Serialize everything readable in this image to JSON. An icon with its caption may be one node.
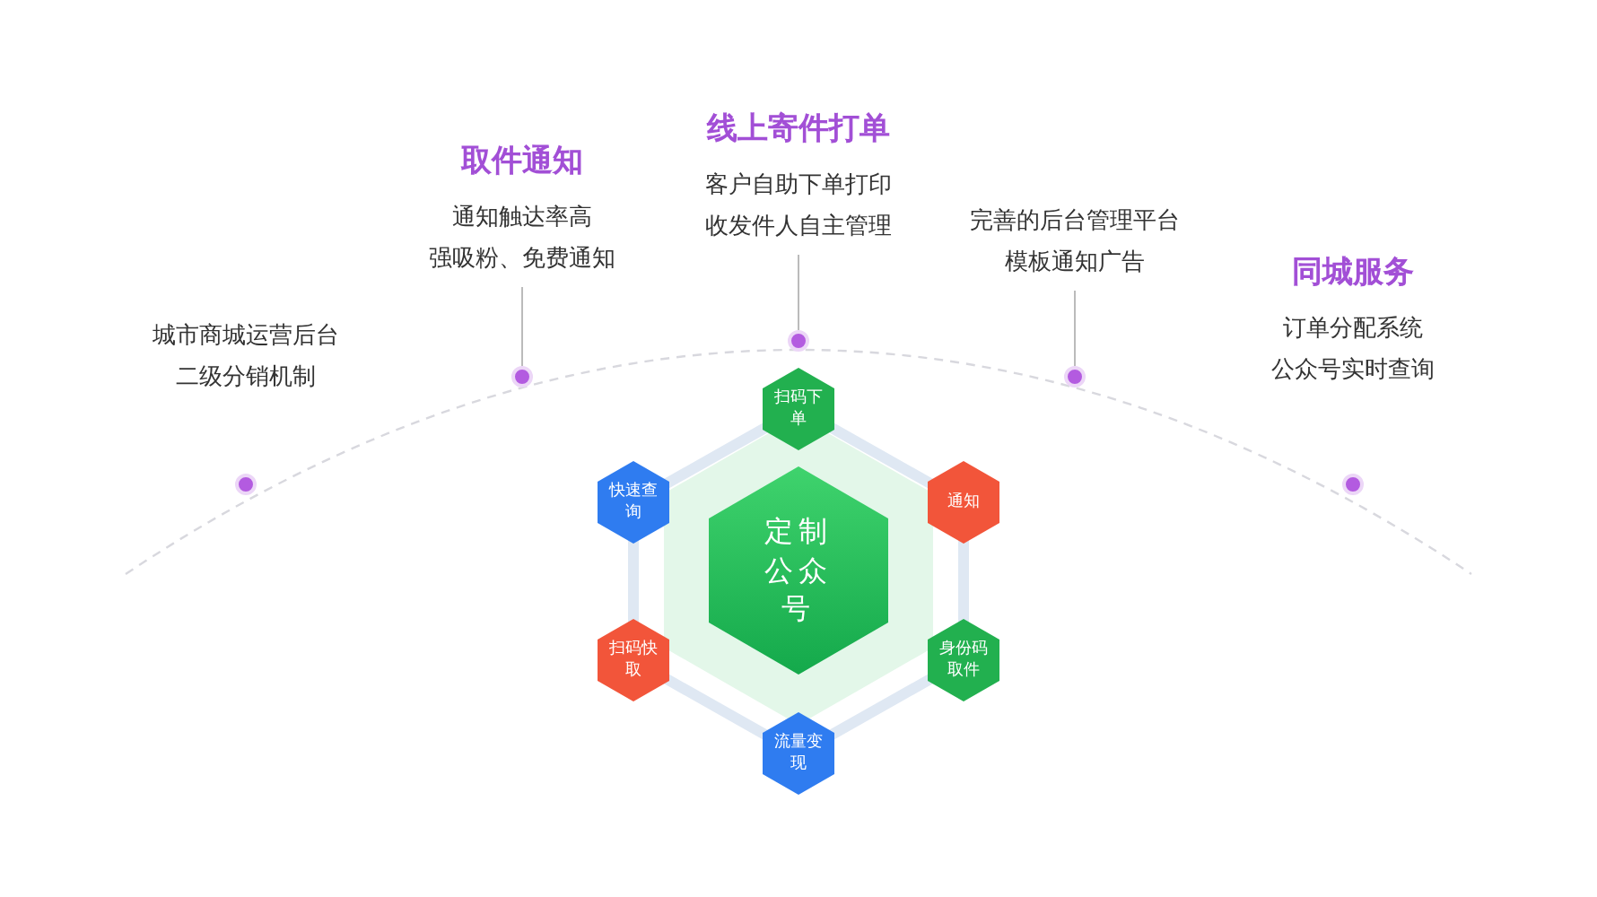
{
  "diagram": {
    "nodes": [
      {
        "text": [
          "城市商城运营后台",
          "二级分销机制"
        ]
      },
      {
        "text": [
          "取件通知",
          "通知触达率高",
          "强吸粉、免费通知"
        ]
      },
      {
        "text": [
          "线上寄件打单",
          "客户自助下单打印",
          "收发件人自主管理"
        ]
      },
      {
        "text": [
          "完善的后台管理平台",
          "模板通知广告"
        ]
      },
      {
        "text": [
          "同城服务",
          "订单分配系统",
          "公众号实时查询"
        ]
      },
      {
        "text": [],
        "shape": "circle"
      },
      {
        "text": [],
        "shape": "circle"
      },
      {
        "text": [],
        "shape": "circle"
      },
      {
        "text": [],
        "shape": "circle"
      },
      {
        "text": [],
        "shape": "circle"
      },
      {
        "text": [
          "定制公众号"
        ]
      },
      {
        "text": [
          "扫码下单"
        ]
      },
      {
        "text": [
          "通知"
        ]
      },
      {
        "text": [
          "身份码取件"
        ]
      },
      {
        "text": [
          "流量变现"
        ]
      },
      {
        "text": [
          "扫码快取"
        ]
      },
      {
        "text": [
          "快速查询"
        ]
      }
    ],
    "edges": [
      {
        "from": 1,
        "to": 6,
        "arrow": "none"
      },
      {
        "from": 2,
        "to": 7,
        "arrow": "none"
      },
      {
        "from": 3,
        "to": 8,
        "arrow": "none"
      }
    ]
  }
}
